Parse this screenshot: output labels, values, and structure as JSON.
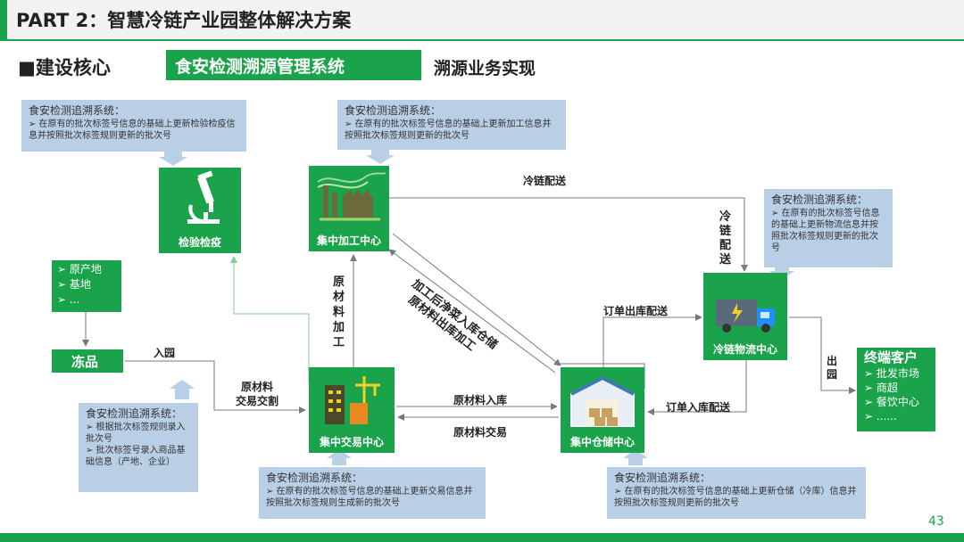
{
  "header": {
    "title": "PART 2：智慧冷链产业园整体解决方案",
    "page_number": "43"
  },
  "subheader": {
    "core": "■建设核心",
    "system_tag": "食安检测溯源管理系统",
    "trace_impl": "溯源业务实现"
  },
  "notes": {
    "inspection": {
      "title": "食安检测追溯系统：",
      "lines": [
        "➢  在原有的批次标签号信息的基础上更新检验检疫信息并按照批次标签规则更新的批次号"
      ]
    },
    "processing": {
      "title": "食安检测追溯系统：",
      "lines": [
        "➢  在原有的批次标签号信息的基础上更新加工信息并按照批次标签规则更新的批次号"
      ]
    },
    "logistics": {
      "title": "食安检测追溯系统：",
      "lines": [
        "➢  在原有的批次标签号信息的基础上更新物流信息并按照批次标签规则更新的批次号"
      ]
    },
    "entry": {
      "title": "食安检测追溯系统：",
      "lines": [
        "➢  根据批次标签规则录入批次号",
        "➢  批次标签号录入商品基础信息（产地、企业）"
      ]
    },
    "trading": {
      "title": "食安检测追溯系统：",
      "lines": [
        "➢  在原有的批次标签号信息的基础上更新交易信息并按照批次标签规则生成新的批次号"
      ]
    },
    "storage": {
      "title": "食安检测追溯系统：",
      "lines": [
        "➢  在原有的批次标签号信息的基础上更新仓储（冷库）信息并按照批次标签规则更新的批次号"
      ]
    }
  },
  "nodes": {
    "inspection": "检验检疫",
    "processing": "集中加工中心",
    "logistics": "冷链物流中心",
    "trading": "集中交易中心",
    "storage": "集中仓储中心"
  },
  "origin": {
    "items": [
      "➢ 原产地",
      "➢ 基地",
      "➢ ..."
    ]
  },
  "frozen": "冻品",
  "customer": {
    "title": "终端客户",
    "items": [
      "➢  批发市场",
      "➢  商超",
      "➢  餐饮中心",
      "➢  ......"
    ]
  },
  "edges": {
    "enter_park": "入园",
    "raw_trade_1": "原材料",
    "raw_trade_2": "交易交割",
    "raw_processing": "原材料加工",
    "cold_delivery_h": "冷链配送",
    "cold_delivery_v": "冷链配送",
    "processed_storage": "加工后净菜入库仓储",
    "raw_out_processing": "原材料出库加工",
    "order_out": "订单出库配送",
    "order_in": "订单入库配送",
    "raw_in": "原材料入库",
    "raw_trade": "原材料交易",
    "exit_park": "出园"
  },
  "colors": {
    "accent": "#1aa34a",
    "note_bg": "#b9cfe6",
    "line": "#7a7a7a"
  }
}
